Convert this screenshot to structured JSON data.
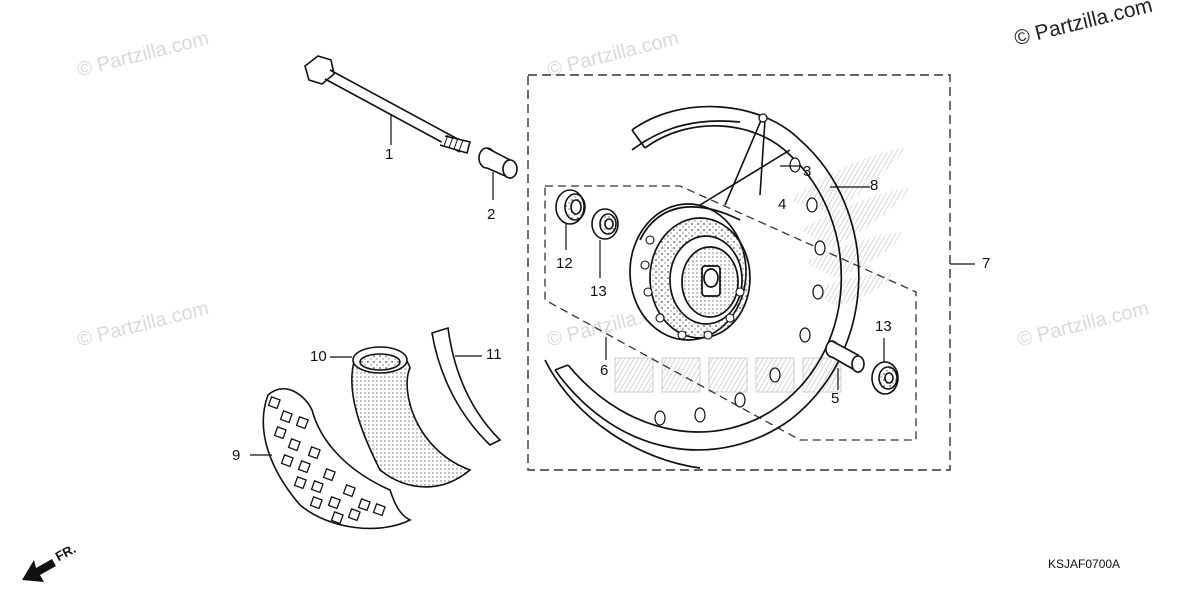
{
  "diagram": {
    "copyright": "© Partzilla.com",
    "watermark": "© Partzilla.com",
    "diagram_code": "KSJAF0700A",
    "direction_label": "FR.",
    "callouts": {
      "c1": "1",
      "c2": "2",
      "c3": "3",
      "c4": "4",
      "c5": "5",
      "c6": "6",
      "c7": "7",
      "c8": "8",
      "c9": "9",
      "c10": "10",
      "c11": "11",
      "c12": "12",
      "c13a": "13",
      "c13b": "13"
    }
  }
}
